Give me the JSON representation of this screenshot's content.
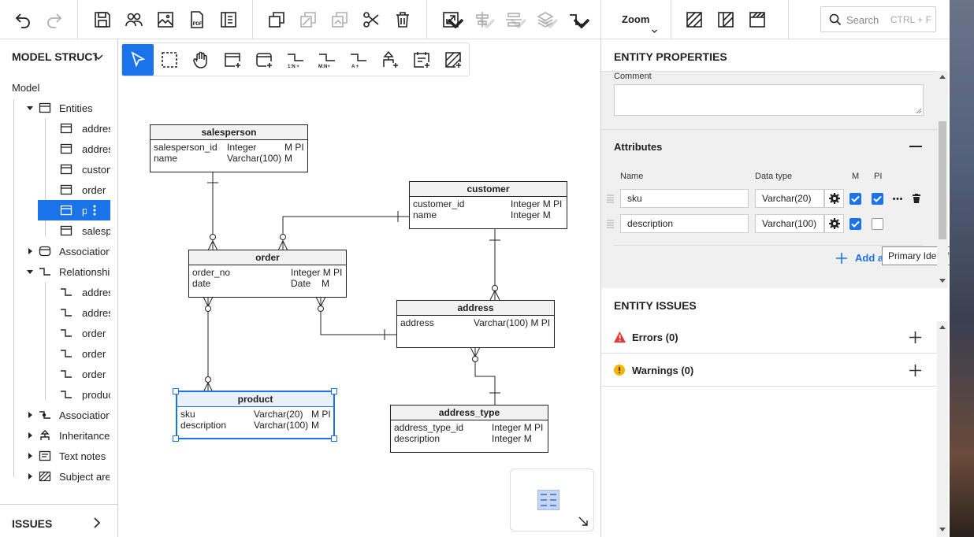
{
  "toolbar": {
    "zoom_label": "Zoom",
    "search_placeholder": "Search",
    "search_shortcut": "CTRL + F"
  },
  "sidebar": {
    "title": "MODEL STRUCTURE",
    "root": "Model",
    "entities_label": "Entities",
    "entities": [
      "address",
      "address_type",
      "customer",
      "order",
      "product",
      "salesperson"
    ],
    "associations_label": "Associations",
    "relationships_label": "Relationships",
    "relationships": [
      "address",
      "address",
      "order",
      "order",
      "order",
      "product"
    ],
    "associations2_label": "Associations",
    "inheritance_label": "Inheritance",
    "text_notes_label": "Text notes",
    "subject_areas_label": "Subject areas",
    "issues_label": "ISSUES"
  },
  "diagram": {
    "entities": {
      "salesperson": {
        "name": "salesperson",
        "rows": [
          [
            "salesperson_id",
            "Integer",
            "M PI"
          ],
          [
            "name",
            "Varchar(100)",
            "M"
          ]
        ]
      },
      "customer": {
        "name": "customer",
        "rows": [
          [
            "customer_id",
            "Integer M PI",
            ""
          ],
          [
            "name",
            "Integer M",
            ""
          ]
        ]
      },
      "order": {
        "name": "order",
        "rows": [
          [
            "order_no",
            "Integer M PI",
            ""
          ],
          [
            "date",
            "Date",
            "M"
          ]
        ]
      },
      "address": {
        "name": "address",
        "rows": [
          [
            "address",
            "Varchar(100) M PI",
            ""
          ]
        ]
      },
      "product": {
        "name": "product",
        "rows": [
          [
            "sku",
            "Varchar(20)",
            "M PI"
          ],
          [
            "description",
            "Varchar(100)",
            "M"
          ]
        ]
      },
      "address_type": {
        "name": "address_type",
        "rows": [
          [
            "address_type_id",
            "Integer M PI",
            ""
          ],
          [
            "description",
            "Integer M",
            ""
          ]
        ]
      }
    }
  },
  "properties": {
    "title": "ENTITY PROPERTIES",
    "comment_label": "Comment",
    "comment_value": "",
    "attributes_title": "Attributes",
    "col_name": "Name",
    "col_type": "Data type",
    "col_m": "M",
    "col_pi": "PI",
    "attributes": [
      {
        "name": "sku",
        "type": "Varchar(20)",
        "m": true,
        "pi": true
      },
      {
        "name": "description",
        "type": "Varchar(100)",
        "m": true,
        "pi": false
      }
    ],
    "add_attribute": "Add attribute",
    "tooltip": "Primary Identifier"
  },
  "issues": {
    "title": "ENTITY ISSUES",
    "errors": "Errors (0)",
    "warnings": "Warnings (0)",
    "error_color": "#e53935",
    "warning_color": "#f5b400"
  },
  "accent": "#1a73e8"
}
